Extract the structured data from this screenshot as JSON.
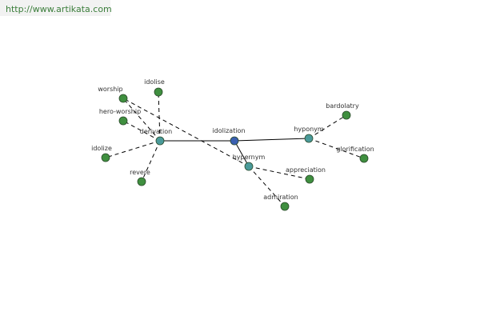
{
  "source_url": "http://www.artikata.com",
  "colors": {
    "center_node": "#3a5fb0",
    "relation_node": "#4a9a9a",
    "leaf_node": "#3f8f3f",
    "node_stroke": "#2a4a2a",
    "edge": "#000000",
    "label": "#333333"
  },
  "nodes": [
    {
      "id": "idolization",
      "label": "idolization",
      "kind": "center"
    },
    {
      "id": "derivation",
      "label": "derivation",
      "kind": "relation"
    },
    {
      "id": "hyponym",
      "label": "hyponym",
      "kind": "relation"
    },
    {
      "id": "hypernym",
      "label": "hypernym",
      "kind": "relation"
    },
    {
      "id": "worship",
      "label": "worship",
      "kind": "leaf"
    },
    {
      "id": "idolise",
      "label": "idolise",
      "kind": "leaf"
    },
    {
      "id": "hero-worship",
      "label": "hero-worship",
      "kind": "leaf"
    },
    {
      "id": "idolize",
      "label": "idolize",
      "kind": "leaf"
    },
    {
      "id": "revere",
      "label": "revere",
      "kind": "leaf"
    },
    {
      "id": "bardolatry",
      "label": "bardolatry",
      "kind": "leaf"
    },
    {
      "id": "glorification",
      "label": "glorification",
      "kind": "leaf"
    },
    {
      "id": "appreciation",
      "label": "appreciation",
      "kind": "leaf"
    },
    {
      "id": "admiration",
      "label": "admiration",
      "kind": "leaf"
    }
  ],
  "edges": [
    {
      "from": "idolization",
      "to": "derivation",
      "style": "solid"
    },
    {
      "from": "idolization",
      "to": "hyponym",
      "style": "solid"
    },
    {
      "from": "idolization",
      "to": "hypernym",
      "style": "solid"
    },
    {
      "from": "derivation",
      "to": "worship",
      "style": "dashed"
    },
    {
      "from": "derivation",
      "to": "idolise",
      "style": "dashed"
    },
    {
      "from": "derivation",
      "to": "hero-worship",
      "style": "dashed"
    },
    {
      "from": "derivation",
      "to": "idolize",
      "style": "dashed"
    },
    {
      "from": "derivation",
      "to": "revere",
      "style": "dashed"
    },
    {
      "from": "hyponym",
      "to": "bardolatry",
      "style": "dashed"
    },
    {
      "from": "hyponym",
      "to": "glorification",
      "style": "dashed"
    },
    {
      "from": "hypernym",
      "to": "appreciation",
      "style": "dashed"
    },
    {
      "from": "hypernym",
      "to": "admiration",
      "style": "dashed"
    },
    {
      "from": "hypernym",
      "to": "worship",
      "style": "dashed"
    }
  ]
}
